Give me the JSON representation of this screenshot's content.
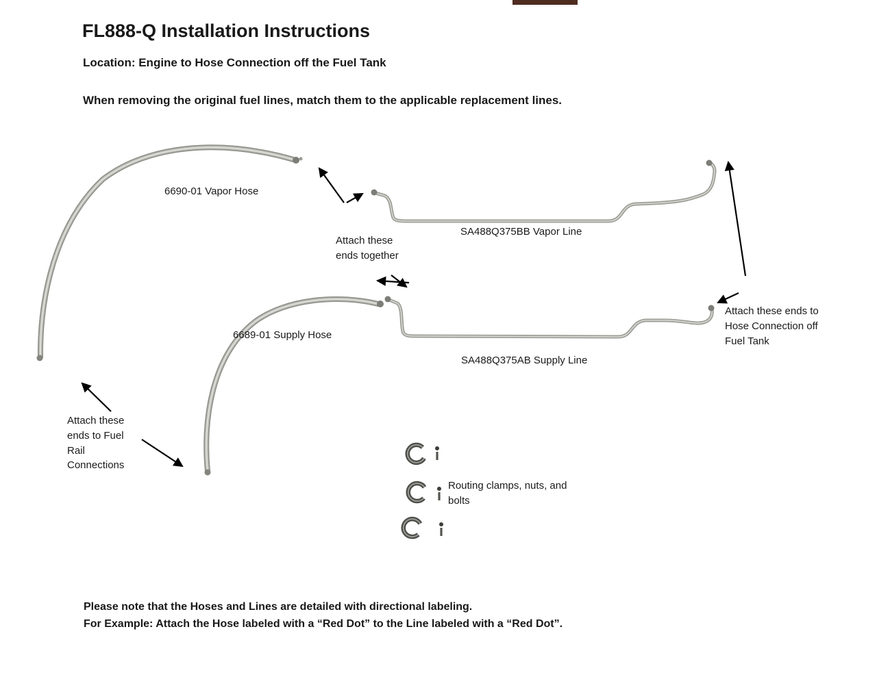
{
  "page": {
    "title": "FL888-Q Installation Instructions",
    "location_line": "Location: Engine to Hose Connection off the Fuel Tank",
    "warning_line": "When removing the original fuel lines, match them to the applicable replacement lines.",
    "footer_line1": "Please note that the Hoses and Lines are detailed with directional labeling.",
    "footer_line2": "For Example: Attach the Hose labeled with a “Red Dot” to the Line labeled with a “Red Dot”."
  },
  "diagram": {
    "labels": {
      "vapor_hose": "6690-01 Vapor Hose",
      "vapor_line": "SA488Q375BB Vapor Line",
      "attach_together": "Attach these ends together",
      "supply_hose": "6689-01 Supply Hose",
      "supply_line": "SA488Q375AB Supply Line",
      "attach_tank": "Attach these ends to Hose Connection off Fuel Tank",
      "attach_rail": "Attach these ends to Fuel Rail Connections",
      "clamps": "Routing clamps, nuts, and bolts"
    },
    "icons": {
      "routing_clamp": "c-clamp-icon",
      "bolt": "bolt-icon"
    },
    "colors": {
      "tube_gray": "#9e9e98",
      "tube_highlight": "#d9d9d3",
      "fitting_gray": "#7d7d78",
      "arrow_black": "#000000",
      "artifact_dark": "#4f2c20"
    }
  }
}
